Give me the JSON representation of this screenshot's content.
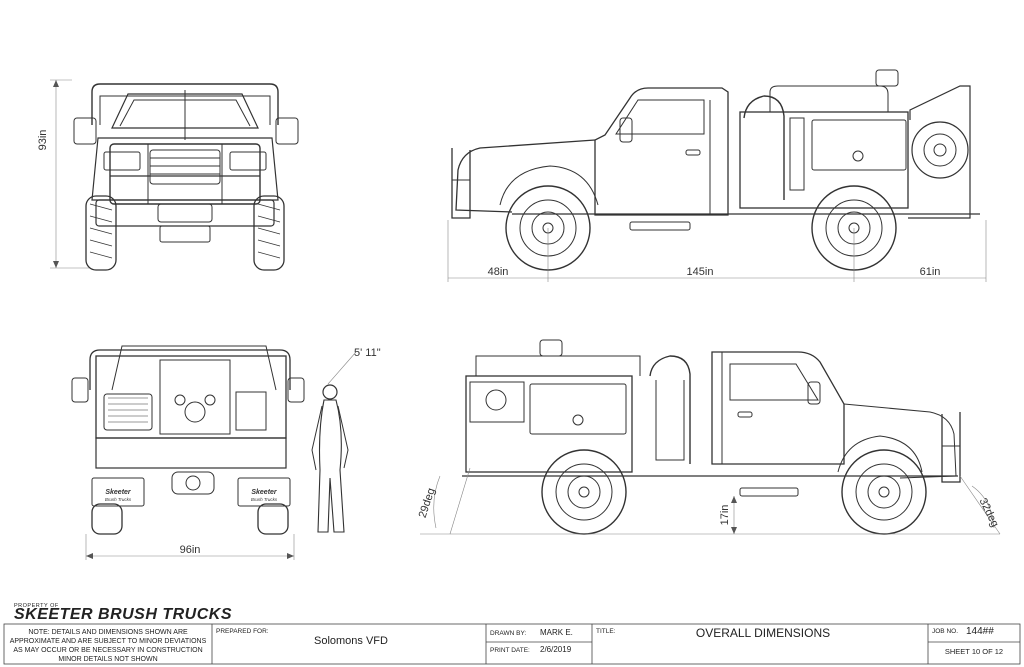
{
  "dimensions": {
    "front_height": "93in",
    "front_overhang": "48in",
    "wheelbase": "145in",
    "rear_overhang": "61in",
    "person_height": "5' 11\"",
    "rear_width": "96in",
    "departure_angle": "29deg",
    "ground_clearance": "17in",
    "approach_angle": "32deg"
  },
  "branding": {
    "property_of": "PROPERTY OF",
    "company": "SKEETER BRUSH TRUCKS",
    "rear_badge_line1": "Skeeter",
    "rear_badge_line2": "Brush Trucks"
  },
  "title_block": {
    "note": "NOTE: DETAILS AND DIMENSIONS SHOWN ARE APPROXIMATE AND ARE SUBJECT TO MINOR DEVIATIONS AS MAY OCCUR OR BE NECESSARY IN CONSTRUCTION MINOR DETAILS NOT SHOWN",
    "prepared_for_label": "PREPARED FOR:",
    "prepared_for": "Solomons VFD",
    "drawn_by_label": "DRAWN BY:",
    "drawn_by": "MARK E.",
    "print_date_label": "PRINT DATE:",
    "print_date": "2/6/2019",
    "title_label": "TITLE:",
    "title": "OVERALL DIMENSIONS",
    "job_no_label": "JOB NO.",
    "job_no": "144##",
    "sheet": "SHEET 10 OF 12"
  }
}
